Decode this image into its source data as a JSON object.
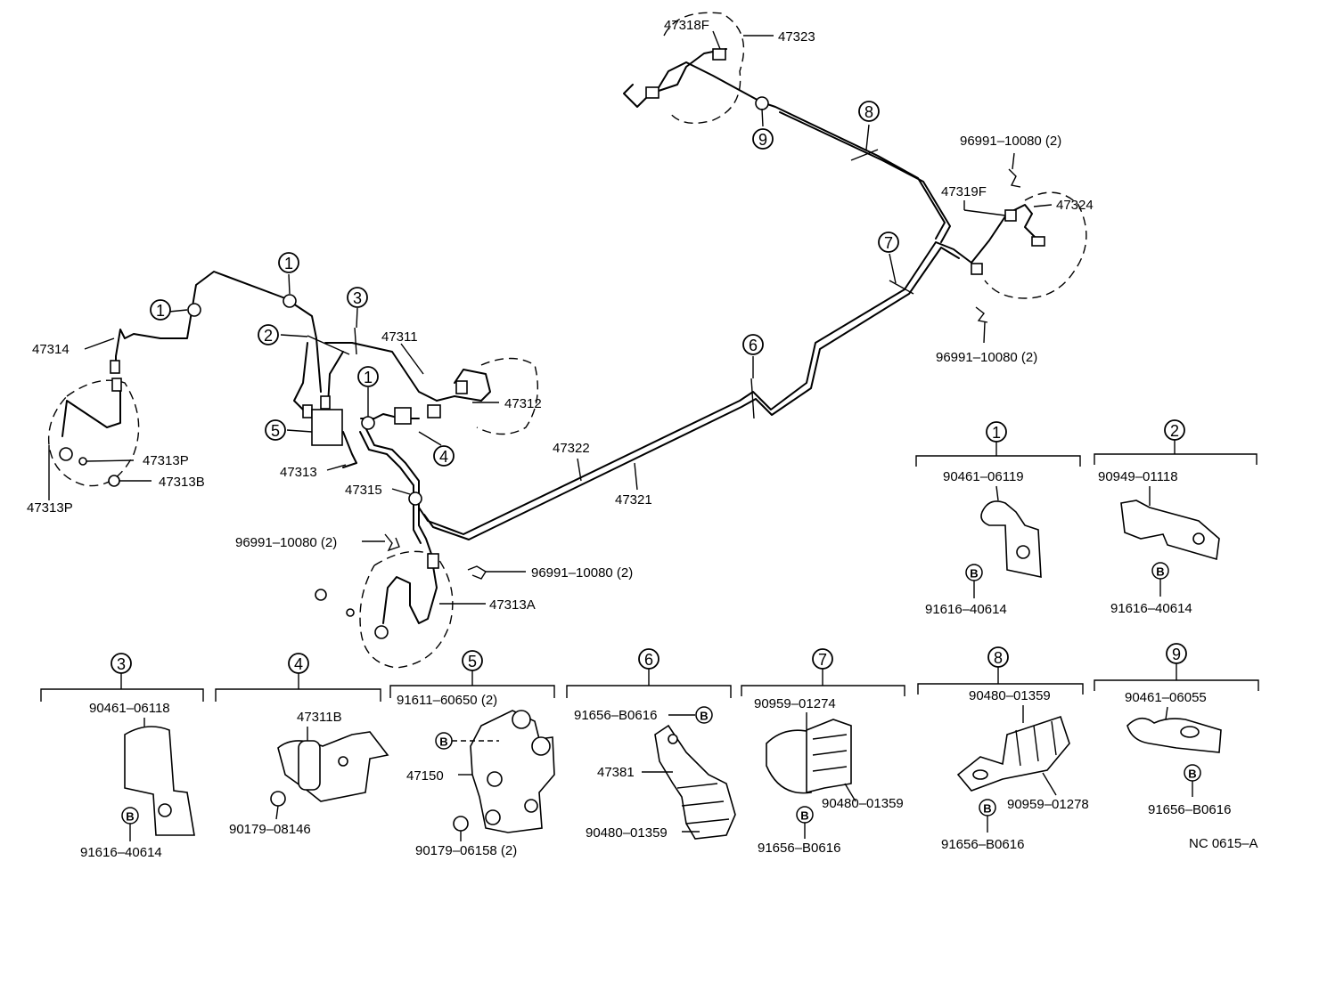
{
  "callouts": {
    "p47318F": "47318F",
    "p47323": "47323",
    "p96991_top": "96991–10080 (2)",
    "p47319F": "47319F",
    "p47324": "47324",
    "p96991_right": "96991–10080 (2)",
    "p47314": "47314",
    "p47311": "47311",
    "p47312": "47312",
    "p47313": "47313",
    "p47315": "47315",
    "p47322": "47322",
    "p47321": "47321",
    "p47313P_a": "47313P",
    "p47313B": "47313B",
    "p47313P_b": "47313P",
    "p96991_left": "96991–10080 (2)",
    "p96991_mid": "96991–10080 (2)",
    "p47313A": "47313A"
  },
  "refs": {
    "r1": "1",
    "r2": "2",
    "r3": "3",
    "r4": "4",
    "r5": "5",
    "r6": "6",
    "r7": "7",
    "r8": "8",
    "r9": "9",
    "b": "B"
  },
  "details": {
    "d1": {
      "part": "90461–06119",
      "bolt": "91616–40614"
    },
    "d2": {
      "part": "90949–01118",
      "bolt": "91616–40614"
    },
    "d3": {
      "part": "90461–06118",
      "bolt": "91616–40614"
    },
    "d4": {
      "part": "47311B",
      "bolt": "90179–08146"
    },
    "d5": {
      "part": "91611–60650 (2)",
      "part2": "47150",
      "bolt": "90179–06158 (2)"
    },
    "d6": {
      "part": "91656–B0616",
      "part2": "47381",
      "bolt": "90480–01359"
    },
    "d7": {
      "part": "90959–01274",
      "part2": "90480–01359",
      "bolt": "91656–B0616"
    },
    "d8": {
      "part": "90480–01359",
      "part2": "90959–01278",
      "bolt": "91656–B0616"
    },
    "d9": {
      "part": "90461–06055",
      "bolt": "91656–B0616"
    }
  },
  "figure_code": "NC 0615–A"
}
